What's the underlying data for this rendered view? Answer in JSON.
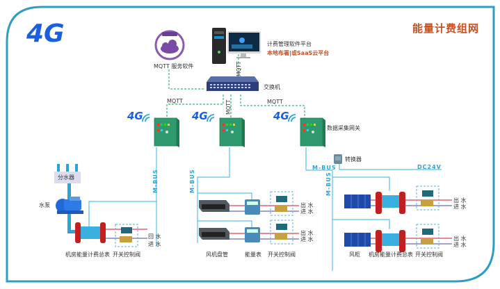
{
  "title": "能量计费组网",
  "colors": {
    "frame": "#2e9cc4",
    "title": "#c8501e",
    "mqtt_link": "#3bb573",
    "mbus": "#2ba3d6",
    "hot_pipe": "#e04050",
    "cold_pipe": "#6a6ab8",
    "gateway": "#2f9a6e"
  },
  "logo": {
    "text": "4G"
  },
  "top": {
    "mqtt_server_label": "MQTT 服务软件",
    "mqtt_badge": "MQTT",
    "platform_label": "计费管理软件平台",
    "platform_sub": "本地布署|或SaaS云平台",
    "switch_label": "交换机",
    "mqtt_vertical_top": "MQTT",
    "mqtt_vertical_mid": "MQTT",
    "mqtt_left": "MQTT",
    "mqtt_right": "MQTT"
  },
  "gateways": {
    "badge_4g": "4G",
    "label": "数据采集网关"
  },
  "bus": {
    "mbus": "M-BUS",
    "dc24v": "DC24V",
    "converter_label": "转换器"
  },
  "left_section": {
    "distributor": "分水器",
    "pump": "水泵",
    "meter_label": "机房能量计费总表",
    "valve_label": "开关控制阀",
    "return_water": "回 水",
    "supply_water": "进 水"
  },
  "middle_section": {
    "fan_coil_label": "风机盘管",
    "meter_label": "能量表",
    "valve_label": "开关控制阀",
    "out_water": "出 水",
    "in_water": "进 水"
  },
  "right_section": {
    "air_cabinet_label": "风柜",
    "meter_label": "机房能量计费总表",
    "valve_label": "开关控制阀",
    "out_water": "出 水",
    "in_water": "进 水"
  }
}
